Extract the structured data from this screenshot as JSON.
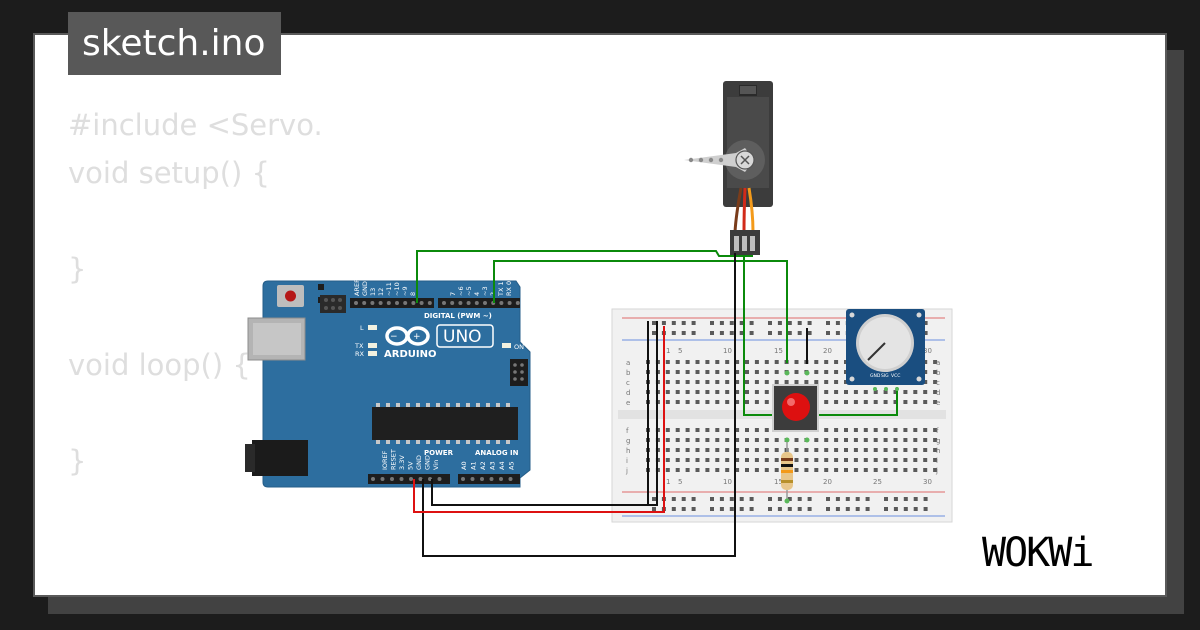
{
  "title": "sketch.ino",
  "code_lines": [
    "#include <Servo.",
    "void setup() {",
    "",
    "}",
    "",
    "void loop() {",
    "",
    "}"
  ],
  "arduino": {
    "digital_label": "DIGITAL (PWM ~)",
    "top_pins": [
      "AREF",
      "GND",
      "13",
      "12",
      "~11",
      "~10",
      "~9",
      "8",
      "7",
      "~6",
      "~5",
      "4",
      "~3",
      "2",
      "TX 1",
      "RX 0"
    ],
    "logo_text": "ARDUINO",
    "model": "UNO",
    "led_labels": [
      "L",
      "TX",
      "RX"
    ],
    "on_label": "ON",
    "power_label": "POWER",
    "analog_label": "ANALOG IN",
    "power_pins": [
      "IOREF",
      "RESET",
      "3.3V",
      "5V",
      "GND",
      "GND",
      "Vin"
    ],
    "analog_pins": [
      "A0",
      "A1",
      "A2",
      "A3",
      "A4",
      "A5"
    ]
  },
  "breadboard": {
    "column_numbers": [
      "1",
      "5",
      "10",
      "15",
      "20",
      "25",
      "30"
    ],
    "row_letters_top": [
      "a",
      "b",
      "c",
      "d",
      "e"
    ],
    "row_letters_bottom": [
      "f",
      "g",
      "h",
      "i",
      "j"
    ]
  },
  "potentiometer": {
    "pin_labels": [
      "GND",
      "SIG",
      "VCC"
    ]
  },
  "brand": "WOKWi",
  "colors": {
    "background": "#1c1c1c",
    "card": "#ffffff",
    "tag": "#585858",
    "code_text": "#dedede",
    "arduino_board": "#2d6e9f",
    "breadboard": "#f1f1f1",
    "wire_green": "#0b8a0b",
    "wire_red": "#dd1111",
    "wire_black": "#111111",
    "button_red": "#dd1010",
    "pot_blue": "#1a4e80"
  }
}
